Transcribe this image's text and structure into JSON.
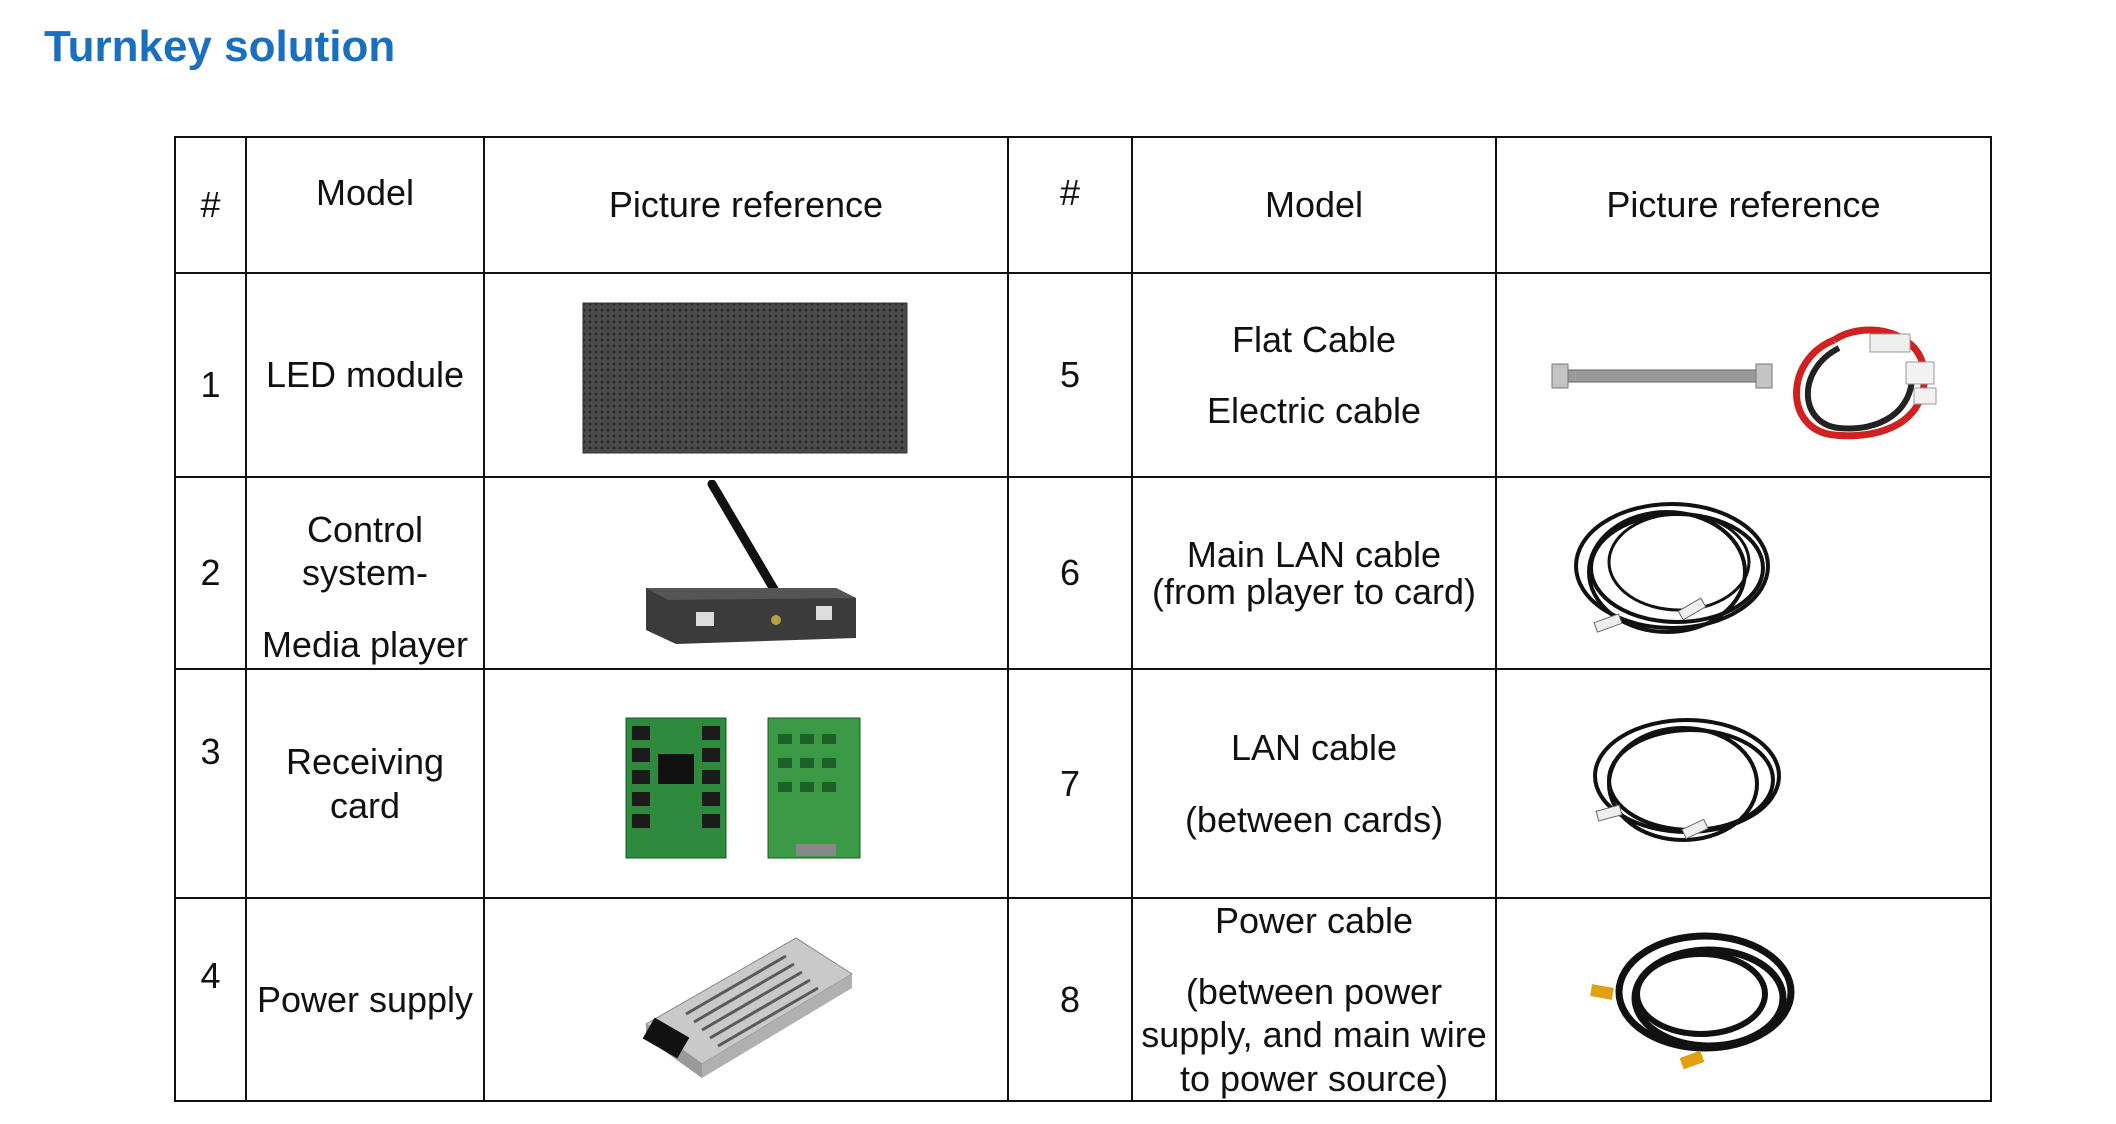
{
  "title": "Turnkey solution",
  "headers": {
    "num_left": "#",
    "model_left": "Model",
    "picture_left": "Picture reference",
    "num_right": "#",
    "model_right": "Model",
    "picture_right": "Picture reference"
  },
  "rows": [
    {
      "left": {
        "num": "1",
        "model_lines": [
          "LED module"
        ],
        "picture_icon": "led-module-picture"
      },
      "right": {
        "num": "5",
        "model_lines": [
          "Flat Cable",
          "Electric cable"
        ],
        "picture_icon": "flat-and-electric-cable-picture"
      }
    },
    {
      "left": {
        "num": "2",
        "model_lines": [
          "Control",
          "system-",
          "Media player"
        ],
        "picture_icon": "media-player-picture"
      },
      "right": {
        "num": "6",
        "model_lines": [
          "Main LAN cable",
          "(from player to card)"
        ],
        "picture_icon": "lan-cable-picture"
      }
    },
    {
      "left": {
        "num": "3",
        "model_lines": [
          "Receiving",
          "card"
        ],
        "picture_icon": "receiving-card-picture"
      },
      "right": {
        "num": "7",
        "model_lines": [
          "LAN cable",
          "(between cards)"
        ],
        "picture_icon": "lan-cable-picture"
      }
    },
    {
      "left": {
        "num": "4",
        "model_lines": [
          "Power supply"
        ],
        "picture_icon": "power-supply-picture"
      },
      "right": {
        "num": "8",
        "model_lines": [
          "Power cable",
          "(between power",
          "supply, and main wire",
          "to power source)"
        ],
        "picture_icon": "power-cable-picture"
      }
    }
  ],
  "colors": {
    "title": "#1a6fbf",
    "border": "#111111"
  }
}
